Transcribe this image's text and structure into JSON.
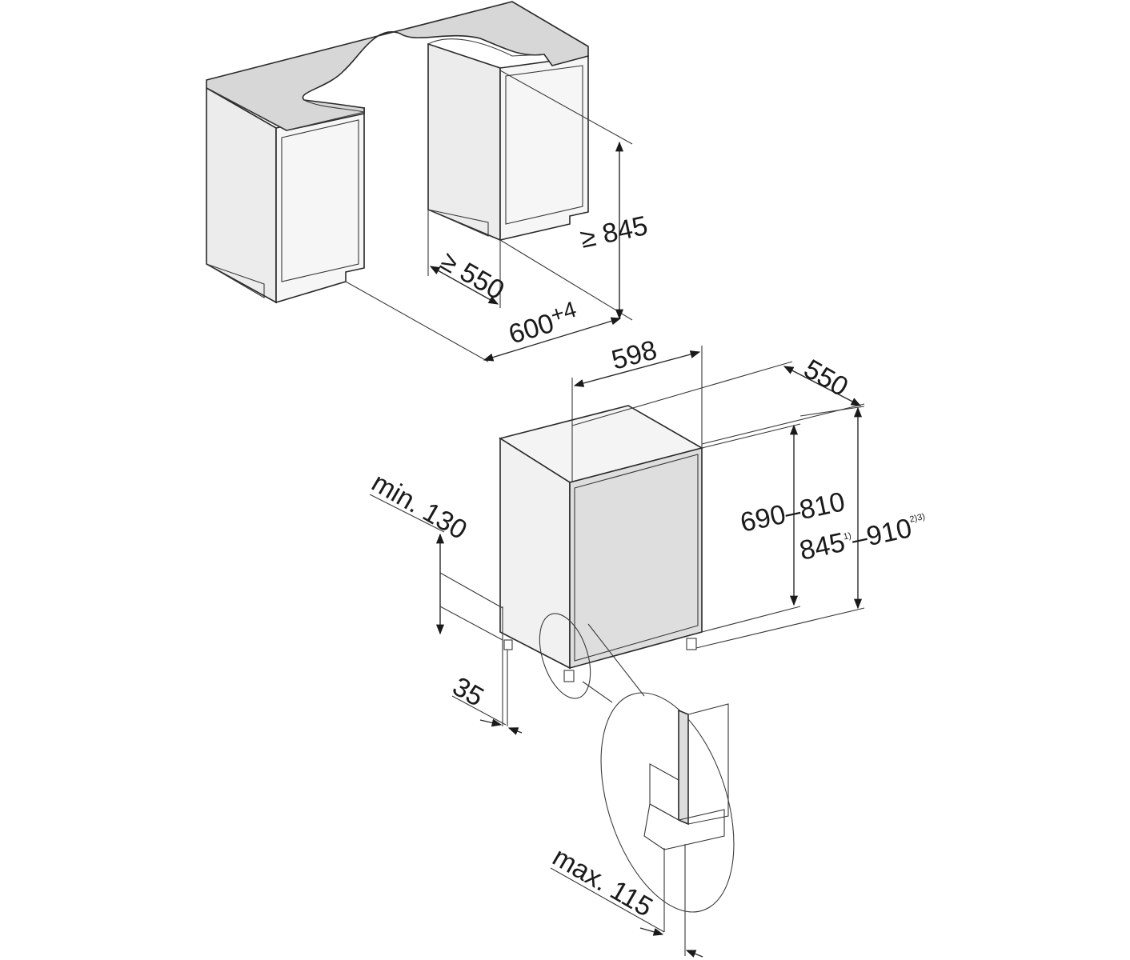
{
  "dimensions": {
    "niche_height": "≥ 845",
    "niche_depth": "≥ 550",
    "niche_width_base": "600",
    "niche_width_tol": "+4",
    "appliance_width": "598",
    "appliance_depth": "550",
    "door_height": "690–810",
    "total_height_min": "845",
    "total_height_min_note": "1)",
    "total_height_sep": "–",
    "total_height_max": "910",
    "total_height_max_note": "2)3)",
    "plinth_height": "min. 130",
    "foot_offset": "35",
    "plinth_depth": "max. 115"
  },
  "colors": {
    "countertop": "#d7d7d7",
    "cabinet": "#f3f3f3",
    "cabinet_side": "#e6e6e6",
    "door": "#dedede",
    "line": "#2a2a2a"
  }
}
